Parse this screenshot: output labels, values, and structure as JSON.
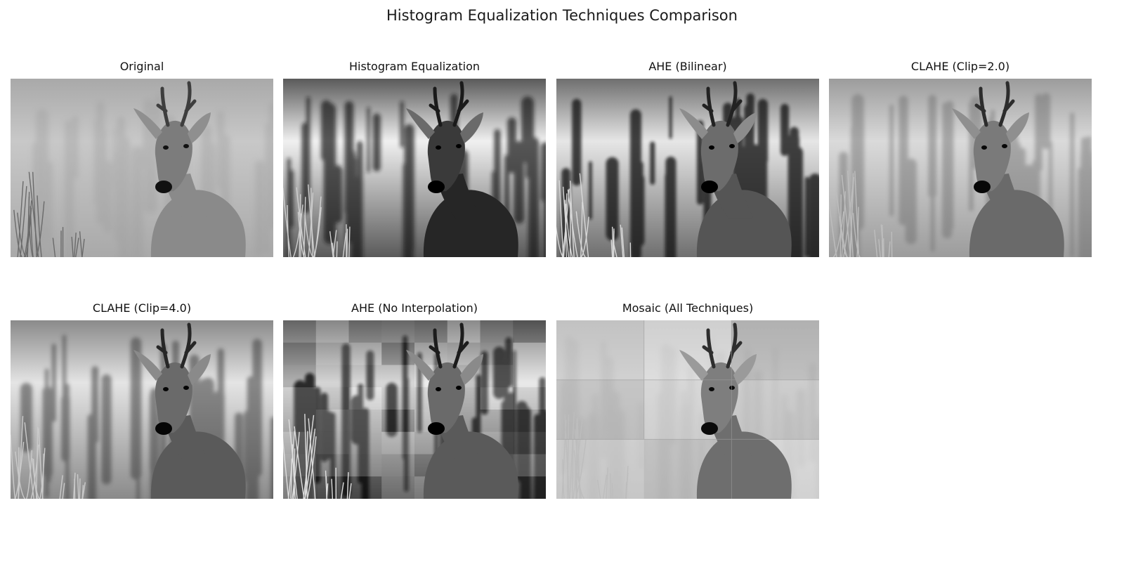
{
  "figure": {
    "title": "Histogram Equalization Techniques Comparison"
  },
  "panels": [
    {
      "title": "Original",
      "style": "original"
    },
    {
      "title": "Histogram Equalization",
      "style": "histeq"
    },
    {
      "title": "AHE (Bilinear)",
      "style": "ahe"
    },
    {
      "title": "CLAHE (Clip=2.0)",
      "style": "clahe2"
    },
    {
      "title": "CLAHE (Clip=4.0)",
      "style": "clahe4"
    },
    {
      "title": "AHE (No Interpolation)",
      "style": "ahe_noint"
    },
    {
      "title": "Mosaic (All Techniques)",
      "style": "mosaic"
    }
  ],
  "image_subject": "grayscale photo of a roe deer in a grassy field",
  "colors": {
    "background": "#ffffff",
    "title": "#1a1a1a"
  }
}
